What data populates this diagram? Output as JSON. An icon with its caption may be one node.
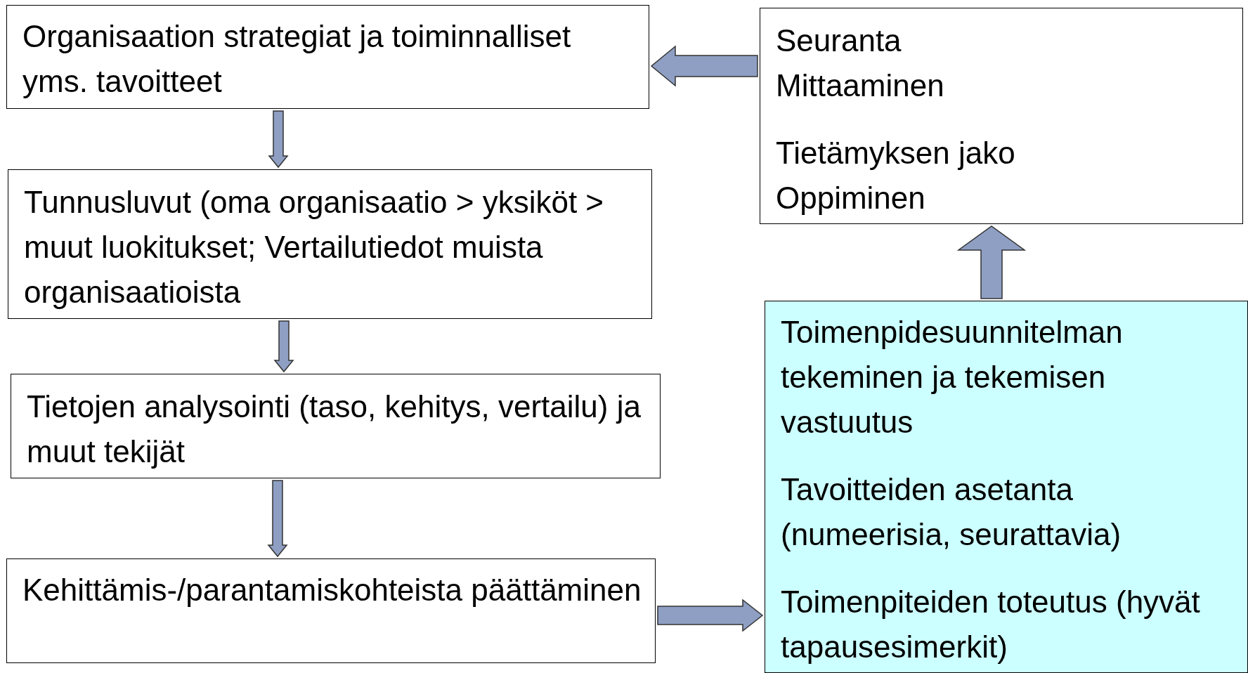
{
  "diagram": {
    "nodes": [
      {
        "text": [
          "Organisaation strategiat ja toiminnalliset yms. tavoitteet"
        ]
      },
      {
        "text": [
          "Tunnusluvut (oma organisaatio > yksiköt > muut luokitukset; Vertailutiedot muista organisaatioista"
        ]
      },
      {
        "text": [
          "Tietojen analysointi (taso, kehitys, vertailu) ja muut tekijät"
        ]
      },
      {
        "text": [
          "Kehittämis-/parantamiskohteista päättäminen"
        ]
      },
      {
        "text": [
          "Seuranta",
          "Mittaaminen",
          "Tietämyksen jako",
          "Oppiminen"
        ]
      },
      {
        "text": [
          "Toimenpidesuunnitelman tekeminen ja tekemisen vastuutus",
          "Tavoitteiden asetanta (numeerisia, seurattavia)",
          "Toimenpiteiden toteutus (hyvät tapausesimerkit)"
        ]
      }
    ],
    "edges": [
      {
        "from": 0,
        "to": 1,
        "arrow": "to"
      },
      {
        "from": 1,
        "to": 2,
        "arrow": "to"
      },
      {
        "from": 2,
        "to": 3,
        "arrow": "to"
      },
      {
        "from": 3,
        "to": 5,
        "arrow": "to"
      },
      {
        "from": 5,
        "to": 4,
        "arrow": "to"
      },
      {
        "from": 4,
        "to": 0,
        "arrow": "to"
      }
    ]
  }
}
